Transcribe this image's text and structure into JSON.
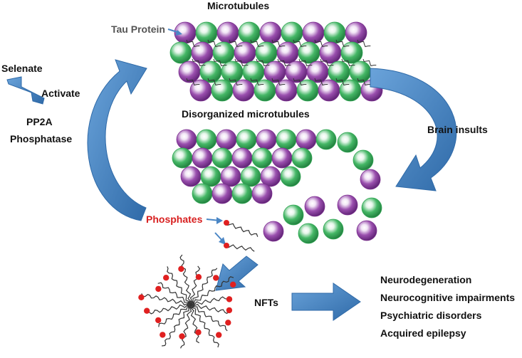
{
  "labels": {
    "microtubules": "Microtubules",
    "tau_protein": "Tau Protein",
    "selenate": "Selenate",
    "activate": "Activate",
    "pp2a": "PP2A",
    "phosphatase": "Phosphatase",
    "disorganized": "Disorganized microtubules",
    "brain_insults": "Brain insults",
    "phosphates": "Phosphates",
    "nfts": "NFTs"
  },
  "outcomes": [
    "Neurodegeneration",
    "Neurocognitive impairments",
    "Psychiatric disorders",
    "Acquired epilepsy"
  ],
  "colors": {
    "purple": "#7b2f8e",
    "green": "#2fa552",
    "arrow_blue": "#4a86c5",
    "phosphate_red": "#e02020",
    "text_red": "#d82020"
  }
}
